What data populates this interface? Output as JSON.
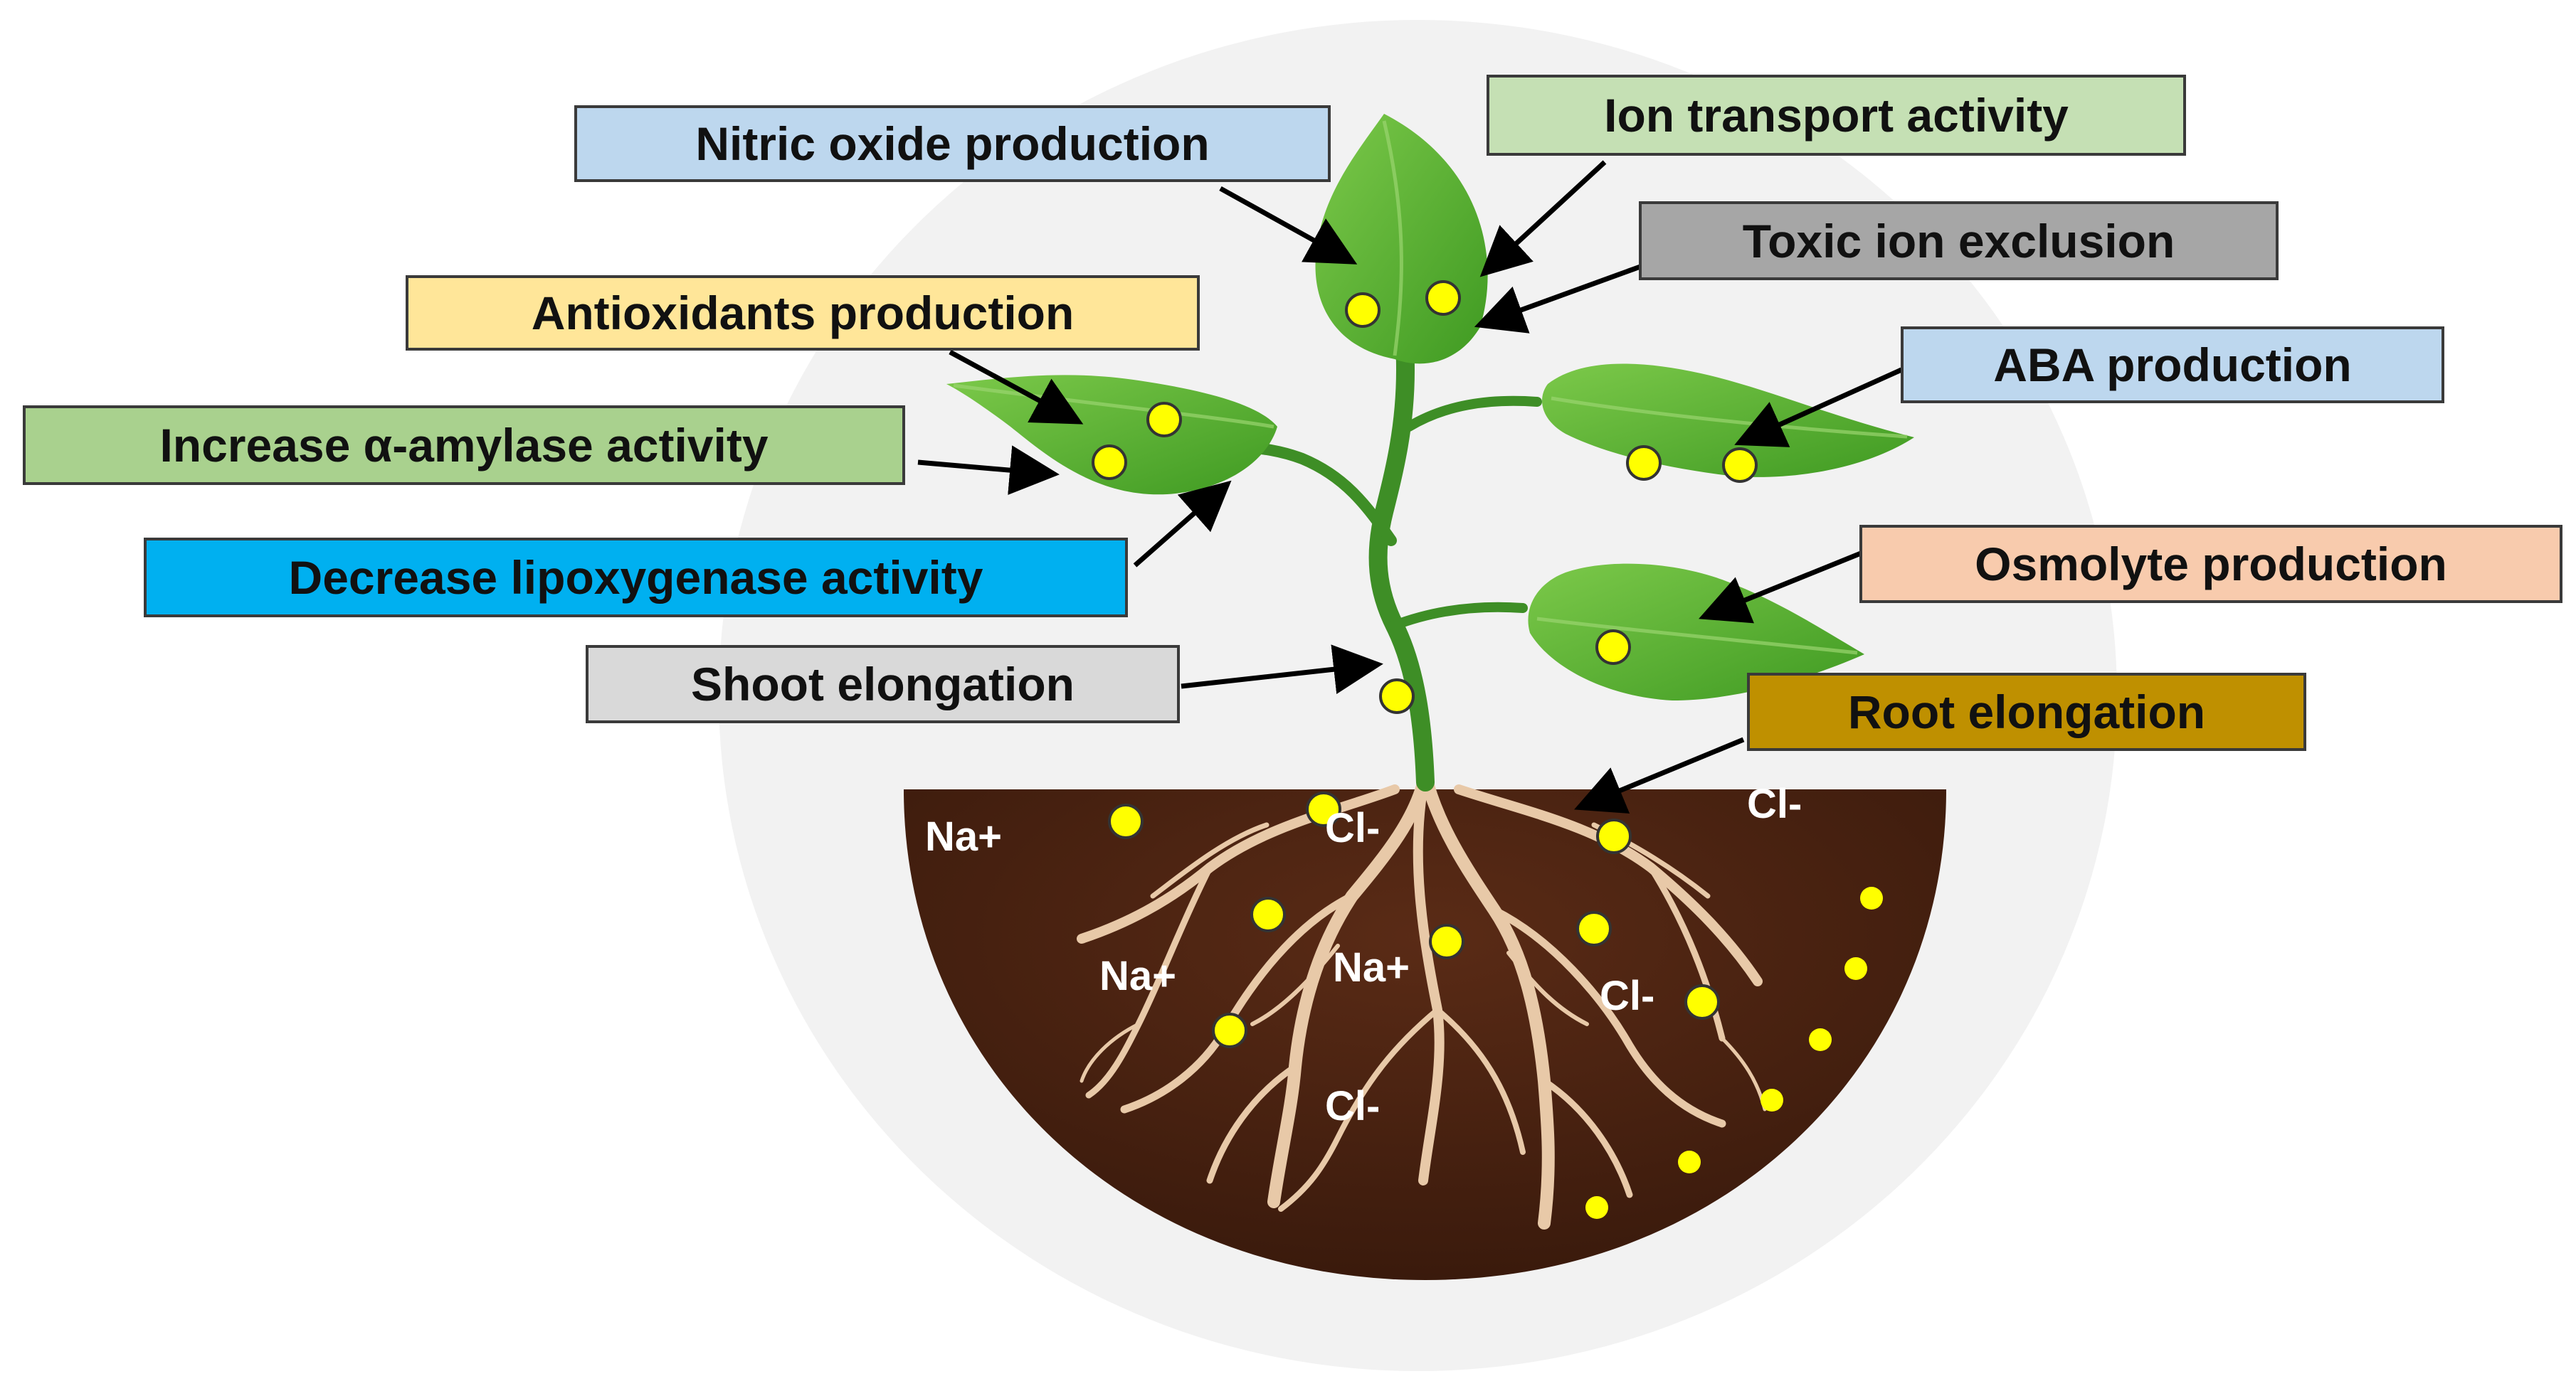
{
  "labels": {
    "nitric_oxide": {
      "text": "Nitric oxide production",
      "fill": "#bdd7ee"
    },
    "ion_transport": {
      "text": "Ion transport activity",
      "fill": "#c5e0b4"
    },
    "toxic_ion": {
      "text": "Toxic ion exclusion",
      "fill": "#a6a6a6"
    },
    "antioxidants": {
      "text": "Antioxidants production",
      "fill": "#ffe699"
    },
    "aba": {
      "text": "ABA production",
      "fill": "#bdd7ee"
    },
    "alpha_amylase": {
      "text": "Increase α-amylase activity",
      "fill": "#a9d18e"
    },
    "lipoxygenase": {
      "text": "Decrease lipoxygenase activity",
      "fill": "#00b0f0"
    },
    "osmolyte": {
      "text": "Osmolyte production",
      "fill": "#f8cbad"
    },
    "shoot": {
      "text": "Shoot elongation",
      "fill": "#d9d9d9"
    },
    "root": {
      "text": "Root elongation",
      "fill": "#bf9000"
    }
  },
  "ions": {
    "na1": "Na+",
    "na2": "Na+",
    "na3": "Na+",
    "cl1": "Cl-",
    "cl2": "Cl-",
    "cl3": "Cl-",
    "cl4": "Cl-"
  },
  "colors": {
    "soil": "#4a2212",
    "leaf": "#4caf2a",
    "stem": "#3e8e26",
    "root": "#e8c9a8",
    "marker": "#ffff00",
    "background_circle": "#f2f2f2"
  }
}
